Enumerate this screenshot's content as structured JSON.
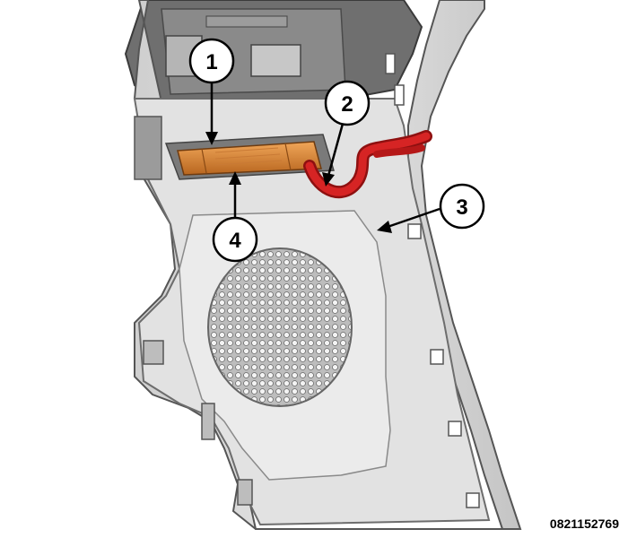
{
  "figure": {
    "id_label": "0821152769"
  },
  "callouts": [
    {
      "number": "1",
      "label_color": "#000000"
    },
    {
      "number": "2",
      "label_color": "#000000"
    },
    {
      "number": "3",
      "label_color": "#000000"
    },
    {
      "number": "4",
      "label_color": "#000000"
    }
  ],
  "colors": {
    "panel": "#dedede",
    "panel_shadow": "#a9a9a9",
    "module": "#e38b3d",
    "harness": "#cc1f1f",
    "outline": "#555555"
  }
}
